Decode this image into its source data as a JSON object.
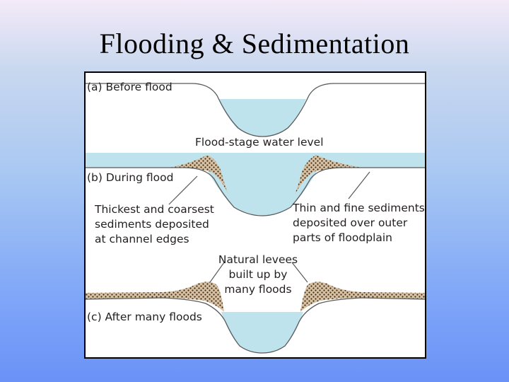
{
  "slide": {
    "title": "Flooding & Sedimentation"
  },
  "diagram": {
    "label_a": "(a) Before flood",
    "label_flood_stage": "Flood-stage water level",
    "label_b": "(b) During flood",
    "note_thick": [
      "Thickest and coarsest",
      "sediments deposited",
      "at channel edges"
    ],
    "note_thin": [
      "Thin and fine sediments",
      "deposited over outer",
      "parts of floodplain"
    ],
    "note_levees": [
      "Natural levees",
      "built up by",
      "many floods"
    ],
    "label_c": "(c) After many floods",
    "colors": {
      "water": "#bfe3ec",
      "sediment": "#d7c1a2",
      "dots": "#3b2a1a",
      "line": "#58595b"
    }
  }
}
